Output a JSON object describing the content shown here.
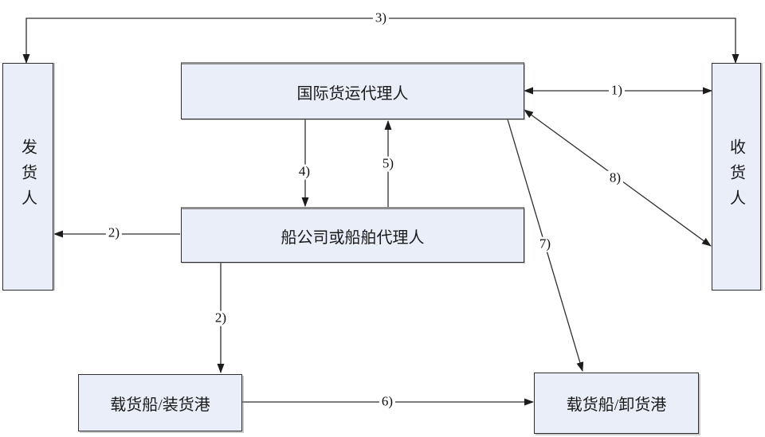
{
  "diagram": {
    "nodes": [
      {
        "id": "shipper",
        "label": "发货人",
        "orientation": "vertical"
      },
      {
        "id": "consignee",
        "label": "收货人",
        "orientation": "vertical"
      },
      {
        "id": "forwarder",
        "label": "国际货运代理人",
        "orientation": "horizontal"
      },
      {
        "id": "ship-agent",
        "label": "船公司或船舶代理人",
        "orientation": "horizontal"
      },
      {
        "id": "loading-port",
        "label": "载货船/装货港",
        "orientation": "horizontal"
      },
      {
        "id": "discharge-port",
        "label": "载货船/卸货港",
        "orientation": "horizontal"
      }
    ],
    "edges": [
      {
        "label": "1)",
        "from": "forwarder",
        "to": "consignee",
        "arrows": "both"
      },
      {
        "label": "2)",
        "from": "ship-agent",
        "to": "shipper",
        "arrows": "one"
      },
      {
        "label": "2)",
        "from": "ship-agent",
        "to": "loading-port",
        "arrows": "one"
      },
      {
        "label": "3)",
        "from": "shipper",
        "to": "consignee",
        "arrows": "both"
      },
      {
        "label": "4)",
        "from": "forwarder",
        "to": "ship-agent",
        "arrows": "one"
      },
      {
        "label": "5)",
        "from": "ship-agent",
        "to": "forwarder",
        "arrows": "one"
      },
      {
        "label": "6)",
        "from": "loading-port",
        "to": "discharge-port",
        "arrows": "one"
      },
      {
        "label": "7)",
        "from": "forwarder",
        "to": "discharge-port",
        "arrows": "one"
      },
      {
        "label": "8)",
        "from": "forwarder",
        "to": "consignee",
        "arrows": "both"
      }
    ],
    "colors": {
      "node_fill": "#e9eef8",
      "node_border": "#2e2e2e",
      "line": "#2e2e2e",
      "background": "#ffffff"
    }
  }
}
